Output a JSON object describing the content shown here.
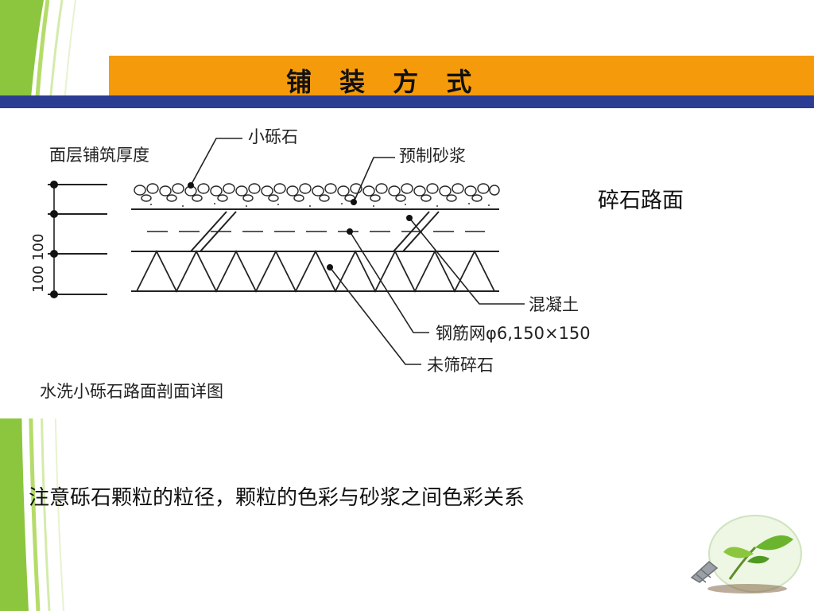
{
  "slide": {
    "title": "铺 装 方 式",
    "side_label": "碎石路面",
    "note": "注意砾石颗粒的粒径，颗粒的色彩与砂浆之间色彩关系"
  },
  "diagram": {
    "top_label": "面层铺筑厚度",
    "vertical_dims": "100  100",
    "caption": "水洗小砾石路面剖面详图",
    "callouts": {
      "small_gravel": "小砾石",
      "precast_mortar": "预制砂浆",
      "concrete": "混凝土",
      "rebar_mesh": "钢筋网φ6,150×150",
      "unscreened_gravel": "未筛碎石"
    }
  },
  "colors": {
    "title_bar": "#f59a0b",
    "blue_bar": "#2b3d92",
    "green_accent": "#8cc63f"
  }
}
